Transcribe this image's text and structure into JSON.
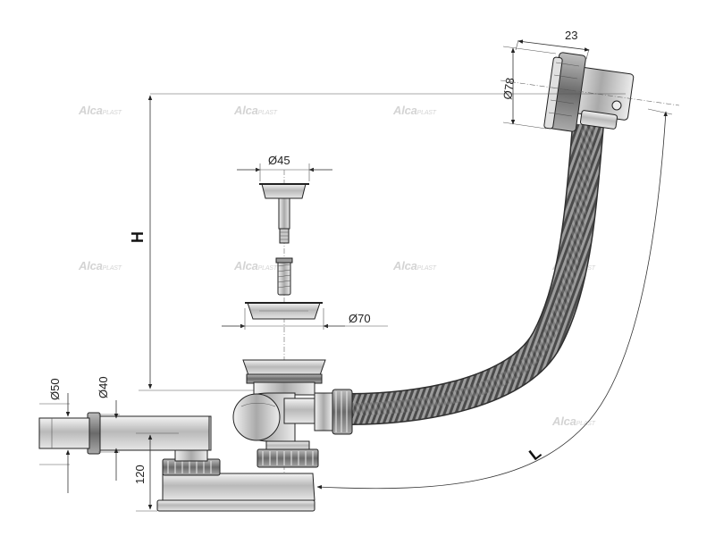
{
  "watermark": {
    "brand": "Alca",
    "suffix": "PLAST"
  },
  "dimensions": {
    "top_width": "23",
    "overflow_diameter": "Ø78",
    "plug_diameter": "Ø45",
    "waste_diameter": "Ø70",
    "outlet_outer_diameter": "Ø50",
    "outlet_inner_diameter": "Ø40",
    "trap_height": "120",
    "height_label": "H",
    "length_label": "L"
  },
  "colors": {
    "line": "#222222",
    "gray_dark": "#8a8a8a",
    "gray_light": "#d8d8d8",
    "watermark": "#d4d4d4"
  }
}
